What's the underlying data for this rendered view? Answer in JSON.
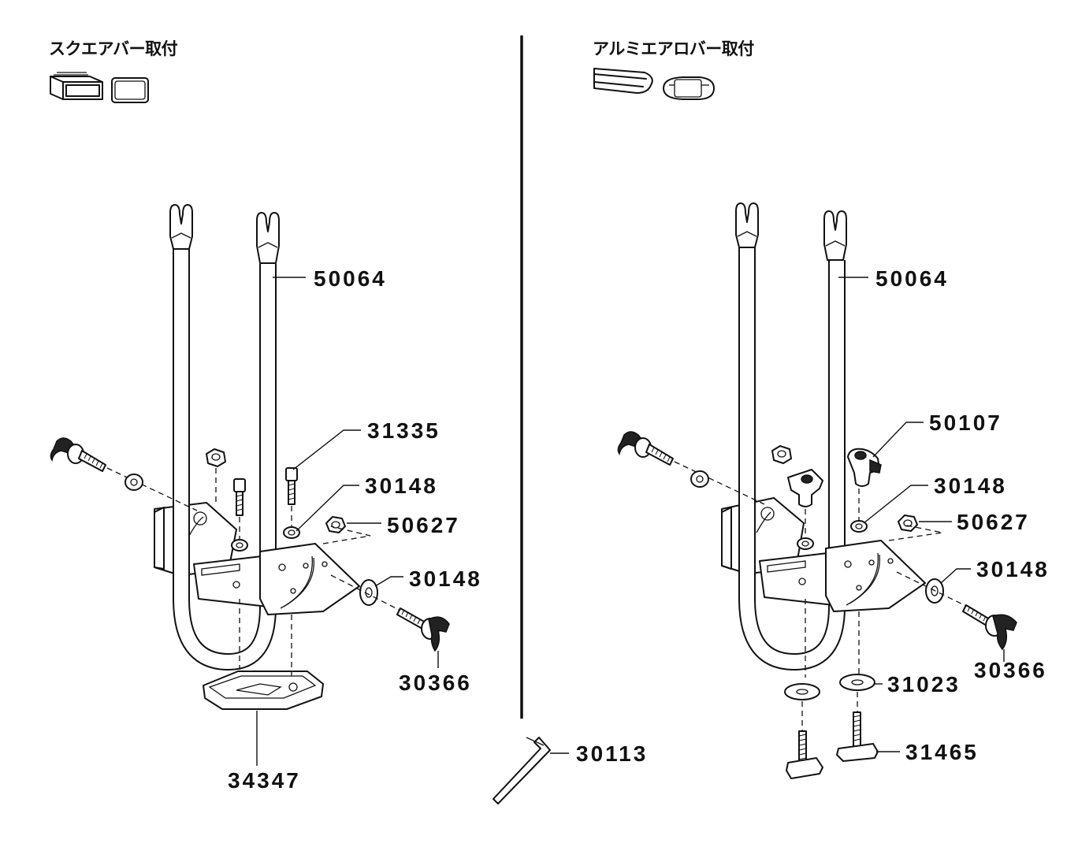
{
  "sections": {
    "left": {
      "title": "スクエアバー取付"
    },
    "right": {
      "title": "アルミエアロバー取付"
    }
  },
  "parts": {
    "left_50064": "50064",
    "left_31335": "31335",
    "left_30148_a": "30148",
    "left_50627": "50627",
    "left_30148_b": "30148",
    "left_30366": "30366",
    "left_34347": "34347",
    "center_30113": "30113",
    "right_50064": "50064",
    "right_50107": "50107",
    "right_30148_a": "30148",
    "right_50627": "50627",
    "right_30148_b": "30148",
    "right_30366": "30366",
    "right_31023": "31023",
    "right_31465": "31465"
  },
  "icons": [
    "square-bar-icon",
    "aero-bar-icon",
    "u-frame-icon",
    "knob-bolt-icon",
    "hex-nut-icon",
    "washer-icon",
    "allen-key-icon"
  ]
}
